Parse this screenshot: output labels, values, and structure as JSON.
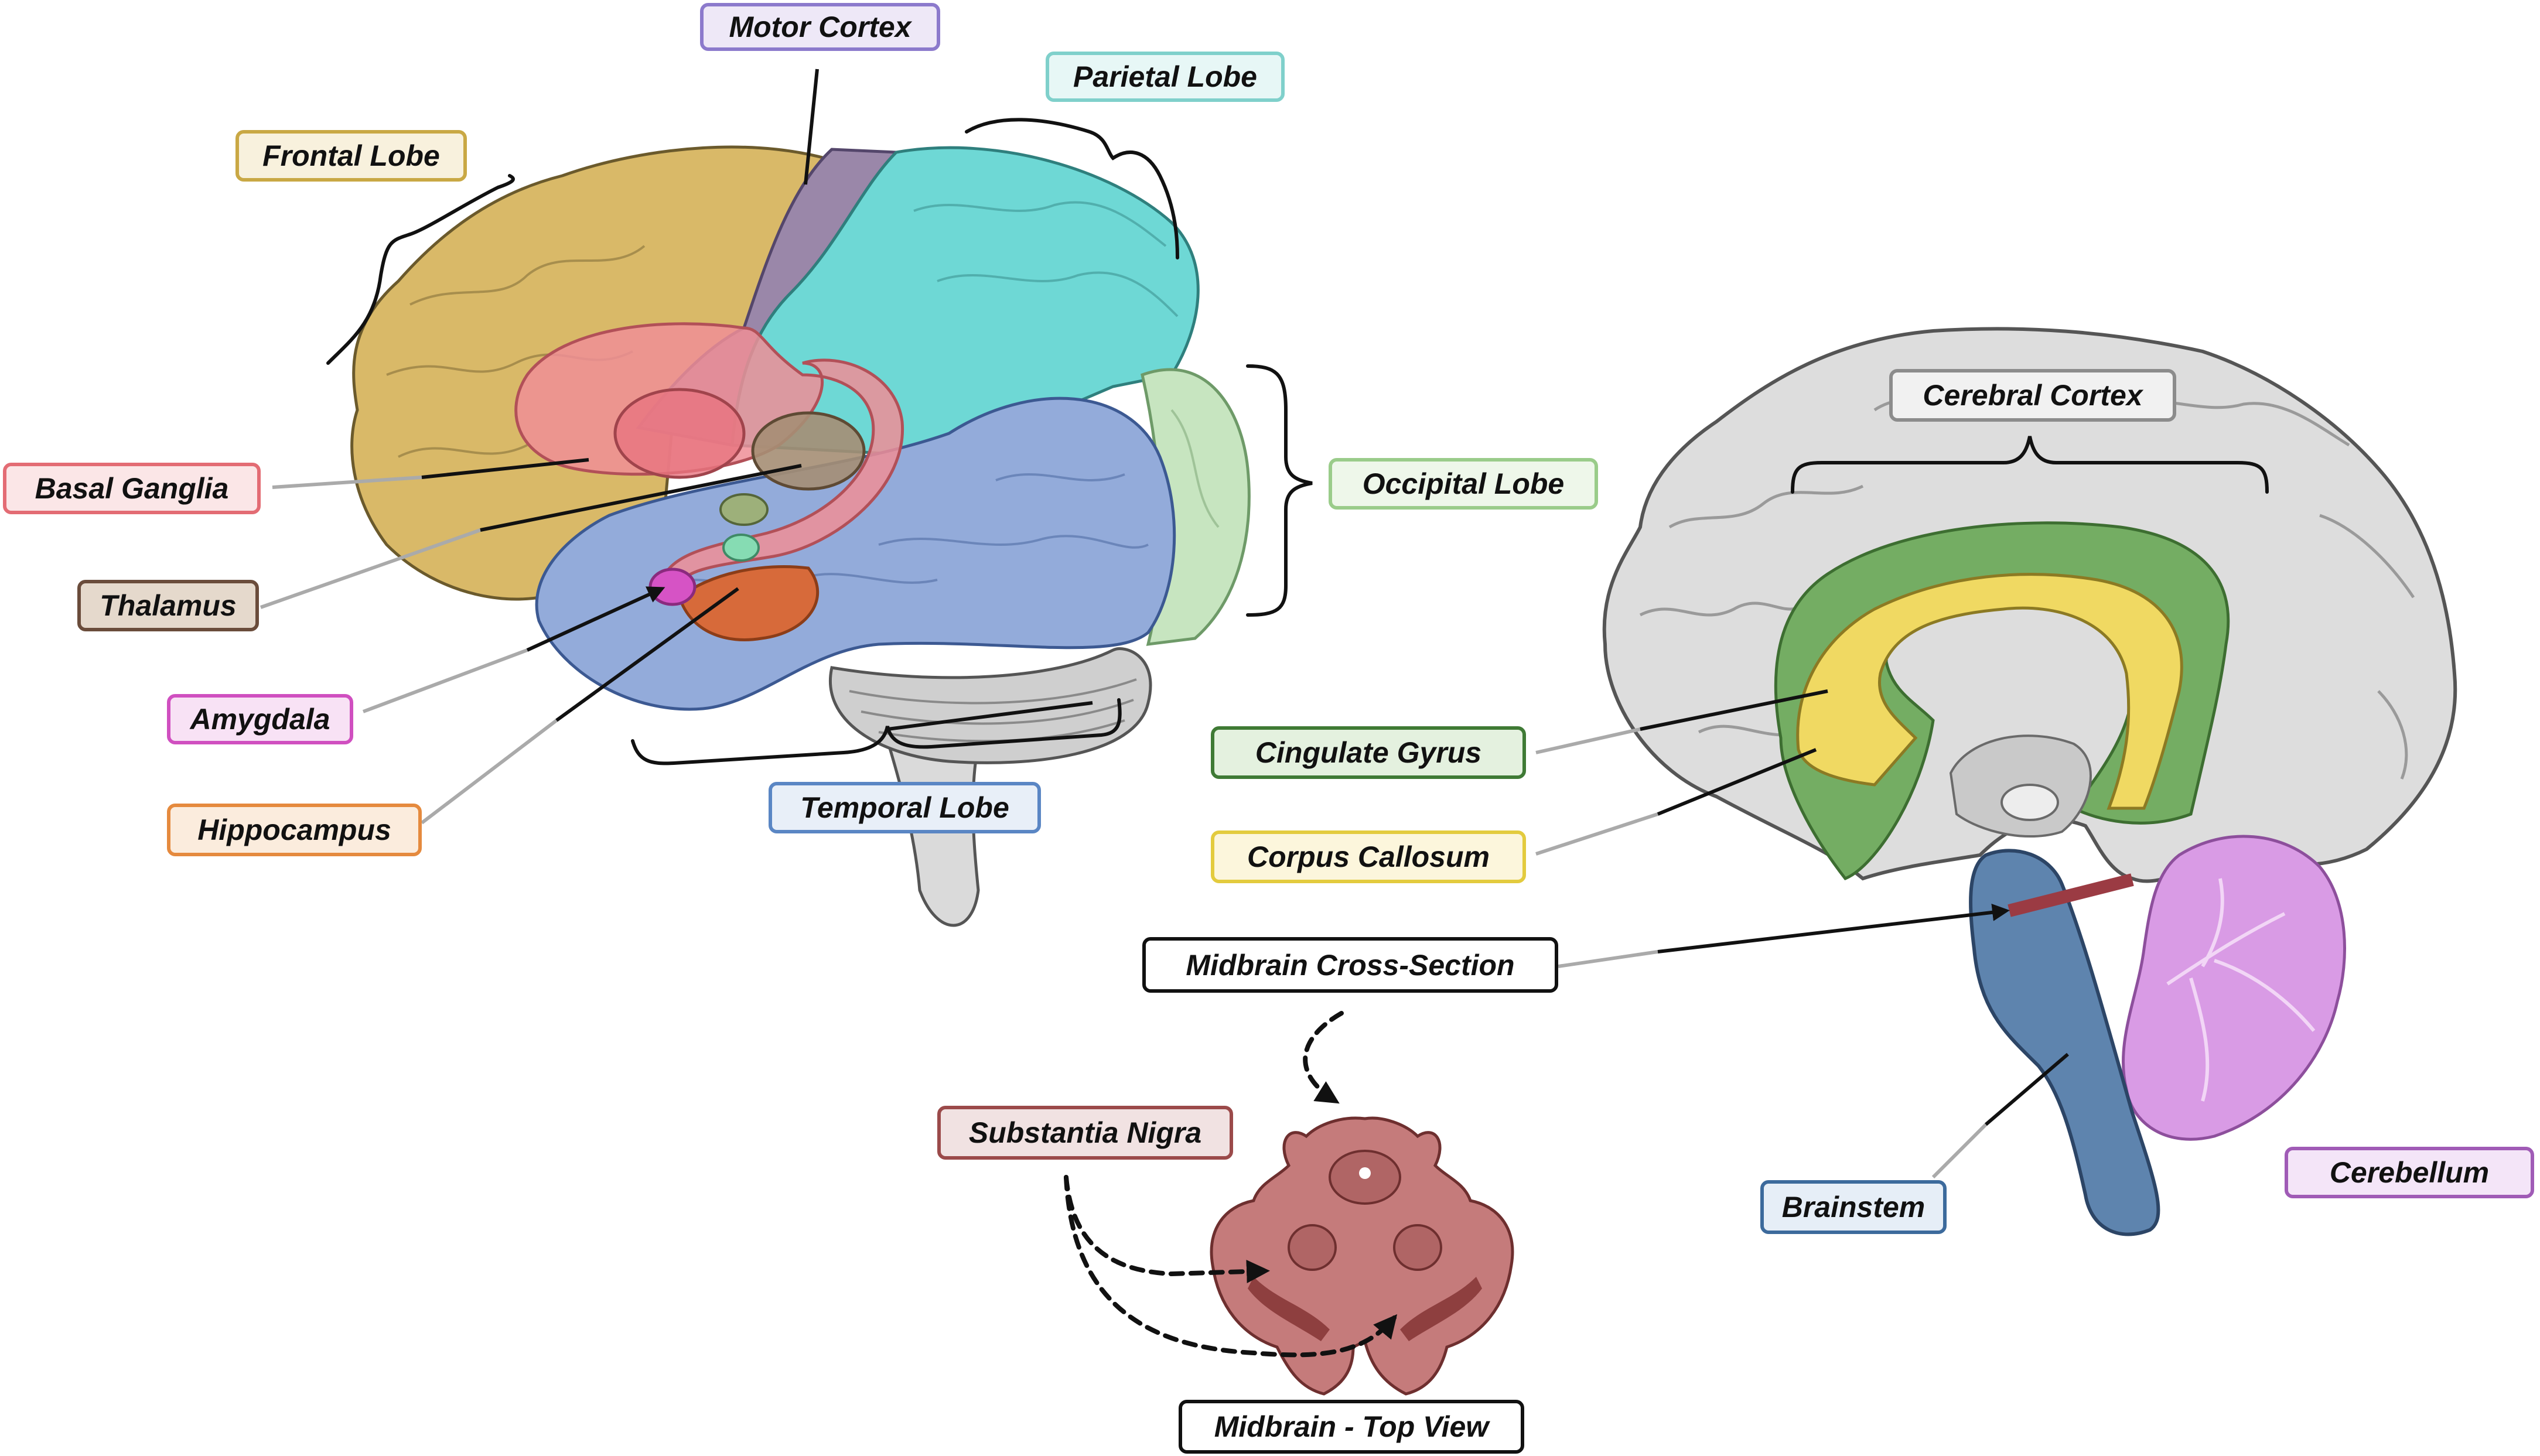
{
  "labels": {
    "motor_cortex": "Motor Cortex",
    "parietal_lobe": "Parietal Lobe",
    "frontal_lobe": "Frontal Lobe",
    "occipital_lobe": "Occipital Lobe",
    "basal_ganglia": "Basal Ganglia",
    "thalamus": "Thalamus",
    "amygdala": "Amygdala",
    "hippocampus": "Hippocampus",
    "temporal_lobe": "Temporal Lobe",
    "cerebral_cortex": "Cerebral Cortex",
    "cingulate_gyrus": "Cingulate Gyrus",
    "corpus_callosum": "Corpus Callosum",
    "midbrain_cross_section": "Midbrain Cross-Section",
    "brainstem": "Brainstem",
    "cerebellum": "Cerebellum",
    "substantia_nigra": "Substantia Nigra",
    "midbrain_top_view": "Midbrain - Top View"
  },
  "colors": {
    "frontal_lobe": "#D9B968",
    "motor_cortex": "#9A87A9",
    "parietal_lobe": "#6ED8D5",
    "occipital_lobe": "#C7E5C0",
    "temporal_lobe": "#93ABDA",
    "basal_ganglia": "#EE8E96",
    "thalamus": "#A58E74",
    "amygdala": "#D653C5",
    "hippocampus": "#D76A3A",
    "cerebral_cortex": "#DDDDDD",
    "cingulate_gyrus": "#74AD63",
    "corpus_callosum": "#F0D962",
    "brainstem": "#5E84AE",
    "cerebellum": "#D99BE5",
    "midbrain": "#C57B7B"
  }
}
